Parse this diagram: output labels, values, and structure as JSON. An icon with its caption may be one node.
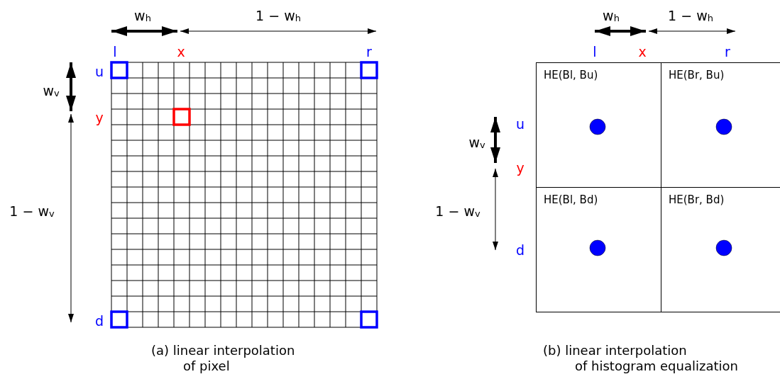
{
  "diagram": {
    "nodes": [
      {
        "text": [
          "HE(Bl, Bu)"
        ]
      },
      {
        "text": [
          "HE(Br, Bu)"
        ]
      },
      {
        "text": [
          "HE(Bl, Bd)"
        ]
      },
      {
        "text": [
          "HE(Br, Bd)"
        ]
      }
    ],
    "edges": [],
    "labels": [
      "w$_{h}$",
      "1 − w$_{h}$",
      "l",
      "x",
      "r",
      "u",
      "w$_{v}$",
      "y",
      "1 − w$_{v}$",
      "d",
      "(a) linear interpolation of pixel",
      "w$_{h}$",
      "1 − w$_{h}$",
      "l",
      "x",
      "r",
      "u",
      "w$_{v}$",
      "y",
      "1 − w$_{v}$",
      "d",
      "(b) linear interpolation of histogram equalization"
    ]
  }
}
